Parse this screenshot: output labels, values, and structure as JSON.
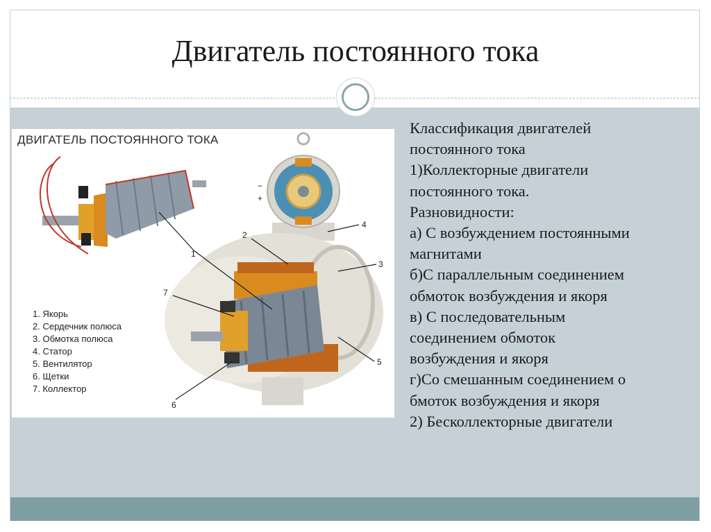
{
  "slide": {
    "title": "Двигатель постоянного тока"
  },
  "figure": {
    "caption": "ДВИГАТЕЛЬ ПОСТОЯННОГО ТОКА",
    "legend": [
      "1. Якорь",
      "2. Сердечник полюса",
      "3. Обмотка полюса",
      "4. Статор",
      "5. Вентилятор",
      "6. Щетки",
      "7. Коллектор"
    ],
    "callouts": [
      "1",
      "2",
      "3",
      "4",
      "5",
      "6",
      "7"
    ],
    "terminals": [
      "−",
      "+"
    ]
  },
  "body_lines": [
    "Классификация двигателей",
    "постоянного тока",
    "1)Коллекторные двигатели",
    "постоянного тока.",
    "Разновидности:",
    "а) С возбуждением постоянными",
    "магнитами",
    "б)С параллельным соединением",
    "обмоток возбуждения и якоря",
    "в) С последовательным",
    "соединением обмоток",
    "возбуждения и якоря",
    "г)Со смешанным соединением о",
    "бмоток возбуждения и якоря",
    "2) Бесколлекторные двигатели"
  ],
  "colors": {
    "content_bg": "#c5d1d7",
    "footer_bg": "#7e9ea2",
    "ring": "#8aa6aa"
  }
}
